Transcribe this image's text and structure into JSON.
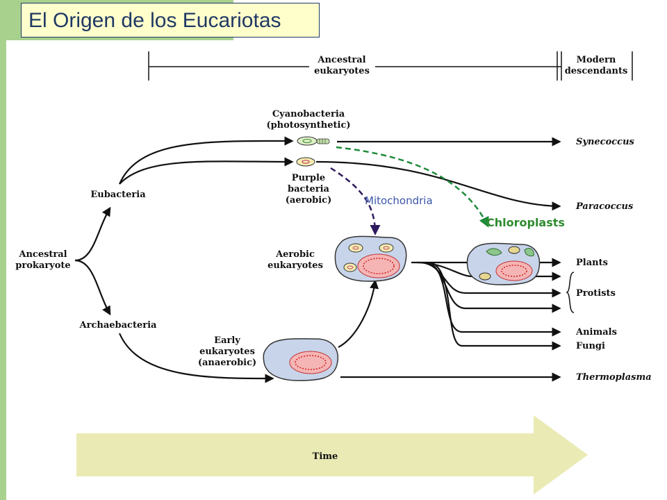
{
  "title": "El Origen de los Eucariotas",
  "header": {
    "ancestral_line1": "Ancestral",
    "ancestral_line2": "eukaryotes",
    "modern_line1": "Modern",
    "modern_line2": "descendants"
  },
  "nodes": {
    "ancestral_prokaryote": [
      "Ancestral",
      "prokaryote"
    ],
    "eubacteria": "Eubacteria",
    "archaebacteria": "Archaebacteria",
    "cyanobacteria": [
      "Cyanobacteria",
      "(photosynthetic)"
    ],
    "purple_bacteria": [
      "Purple",
      "bacteria",
      "(aerobic)"
    ],
    "aerobic_eukaryotes": [
      "Aerobic",
      "eukaryotes"
    ],
    "early_eukaryotes": [
      "Early",
      "eukaryotes",
      "(anaerobic)"
    ]
  },
  "descendants": {
    "synecoccus": "Synecoccus",
    "paracoccus": "Paracoccus",
    "plants": "Plants",
    "protists": "Protists",
    "animals": "Animals",
    "fungi": "Fungi",
    "thermoplasma": "Thermoplasma"
  },
  "annotations": {
    "mitochondria": "Mitochondria",
    "chloroplasts": "Chloroplasts"
  },
  "time_label": "Time",
  "colors": {
    "mitochondria_arrow": "#2e1a5e",
    "chloroplast_arrow": "#1e8a3a",
    "chloroplasts_text": "#2e8b2e",
    "mitochondria_text": "#3a56a8",
    "time_arrow": "#eaeab4",
    "cell_fill": "#c8d4ea",
    "title_color": "#1f3864",
    "green_bar": "#a9d18e"
  }
}
